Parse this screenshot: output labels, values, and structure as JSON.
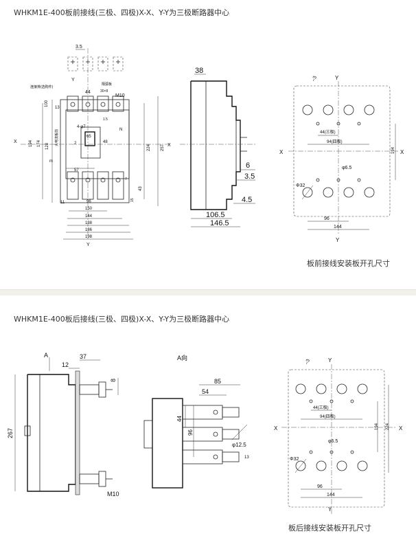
{
  "section_front": {
    "title": "WHKM1E-400板前接线(三极、四极)X-X、Y-Y为三极断路器中心",
    "caption": "板前接线安装板开孔尺寸",
    "front_view": {
      "labels": [
        "3.5",
        "Y",
        "44",
        "M10",
        "30×8",
        "隔弧板",
        "连接排(选购件)",
        "100",
        "13",
        "4-φ7",
        "N",
        "X",
        "X",
        "194",
        "174",
        "128",
        "57",
        "2",
        "65",
        "11",
        "15",
        "96",
        "150",
        "144",
        "138",
        "186",
        "198",
        "Y",
        "m",
        "224",
        "257",
        "43",
        "1.5",
        "48",
        "大电流板前",
        "7"
      ]
    },
    "side_view": {
      "labels": [
        "38",
        "6",
        "3.5",
        "4.5",
        "106.5",
        "146.5"
      ]
    },
    "panel": {
      "labels": [
        "Y",
        "X",
        "X",
        "Y",
        "44(三极)",
        "94(四极)",
        "194",
        "φ6.5",
        "Φ32",
        "96",
        "144",
        "~3"
      ]
    }
  },
  "section_back": {
    "title": "WHKM1E-400板后接线(三极、四极)X-X、Y-Y为三极断路器中心",
    "caption": "板后接线安装板开孔尺寸",
    "side_view": {
      "labels": [
        "A",
        "12",
        "37",
        "8",
        "267",
        "M10"
      ]
    },
    "a_view": {
      "labels": [
        "A向",
        "85",
        "54",
        "44",
        "96",
        "φ12.5",
        "13"
      ]
    },
    "panel": {
      "labels": [
        "Y",
        "X",
        "X",
        "Y",
        "44(三极)",
        "94(四极)",
        "194",
        "224",
        "φ6.5",
        "Φ32",
        "96",
        "144",
        "~3"
      ]
    }
  }
}
